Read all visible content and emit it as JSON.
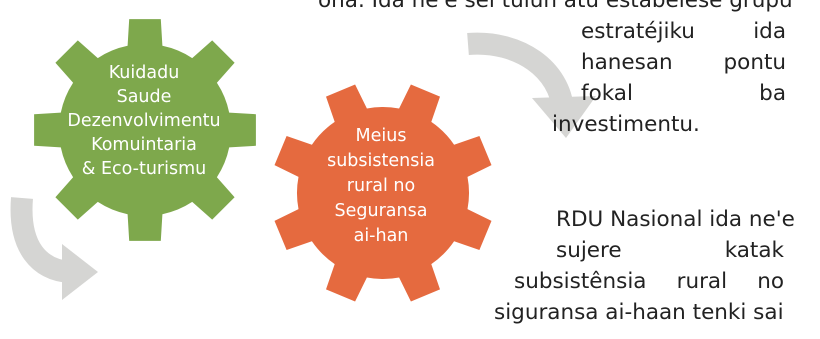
{
  "green_gear": {
    "lines": [
      "Kuidadu",
      "Saude",
      "Dezenvolvimentu",
      "Komuintaria",
      "& Eco-turismu"
    ],
    "color": "#7ea84c"
  },
  "orange_gear": {
    "lines": [
      "Meius",
      "subsistensia",
      "rural no",
      "Seguransa",
      "ai-han"
    ],
    "color": "#e56a3f"
  },
  "arrow_color": "#d5d5d3",
  "paragraph1": {
    "line1": "oha. Ida ne'e sei tulun atu estabelese grupu",
    "line2_a": "estratéjiku",
    "line2_b": "ida",
    "line3_a": "hanesan",
    "line3_b": "pontu",
    "line4_a": "fokal",
    "line4_b": "ba",
    "line5": "investimentu."
  },
  "paragraph2": {
    "line1": "RDU Nasional ida ne'e",
    "line2_a": "sujere",
    "line2_b": "katak",
    "line3_a": "subsistênsia",
    "line3_b": "rural",
    "line3_c": "no",
    "line4": "siguransa ai-haan tenki sai"
  }
}
